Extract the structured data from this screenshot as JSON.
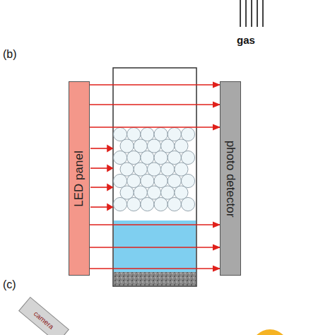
{
  "diagram": {
    "nodes": [
      {
        "text": [
          "LED panel"
        ]
      },
      {
        "text": [
          "photo detector"
        ]
      },
      {
        "text": [
          "camera"
        ]
      }
    ],
    "edges": [
      {
        "from": 0,
        "to": 1,
        "arrow": "to"
      },
      {
        "from": 0,
        "to": 1,
        "arrow": "to"
      },
      {
        "from": 0,
        "to": 1,
        "arrow": "to"
      },
      {
        "from": 0,
        "to": 1,
        "arrow": "to"
      },
      {
        "from": 0,
        "to": 1,
        "arrow": "to"
      },
      {
        "from": 0,
        "to": 1,
        "arrow": "to"
      }
    ],
    "labels": [
      "gas",
      "(b)",
      "(c)"
    ]
  }
}
